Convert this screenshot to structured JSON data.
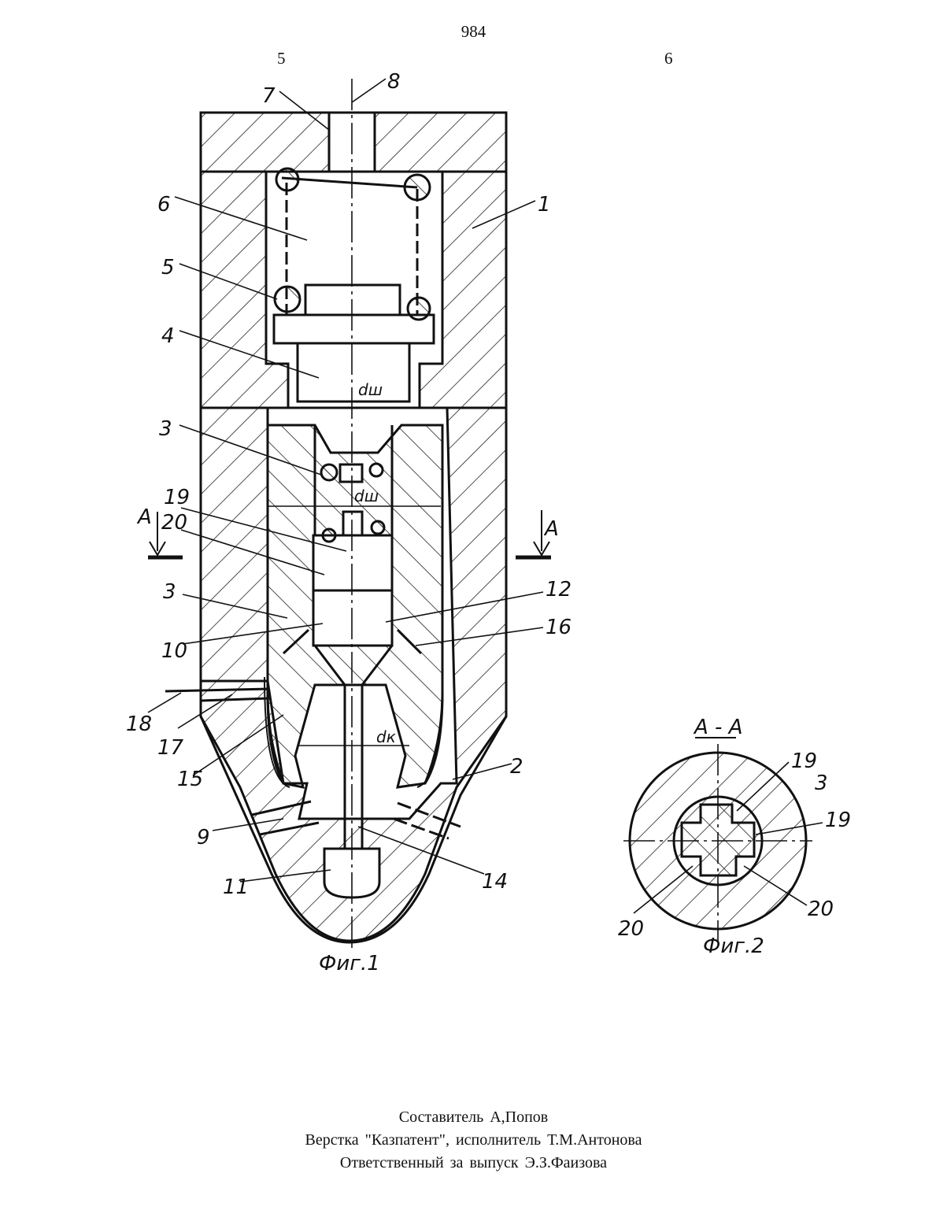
{
  "header": {
    "page_number": "984",
    "left_column": "5",
    "right_column": "6"
  },
  "figure1": {
    "caption": "Фиг.1",
    "labels": [
      "1",
      "2",
      "3",
      "3",
      "4",
      "5",
      "6",
      "7",
      "8",
      "9",
      "10",
      "11",
      "12",
      "14",
      "15",
      "16",
      "17",
      "18",
      "19",
      "20",
      "A",
      "A"
    ],
    "dims": {
      "d_sh": "dш",
      "d_sh1": "dш",
      "d_k": "dк"
    }
  },
  "figure2": {
    "section_title": "А - А",
    "caption": "Фиг.2",
    "labels": [
      "19",
      "3",
      "19",
      "20",
      "20"
    ]
  },
  "credits": {
    "composer": "Составитель  А,Попов",
    "layout": "Верстка  \"Казпатент\",  исполнитель    Т.М.Антонова",
    "responsible": "Ответственный  за  выпуск    Э.З.Фаизова"
  }
}
